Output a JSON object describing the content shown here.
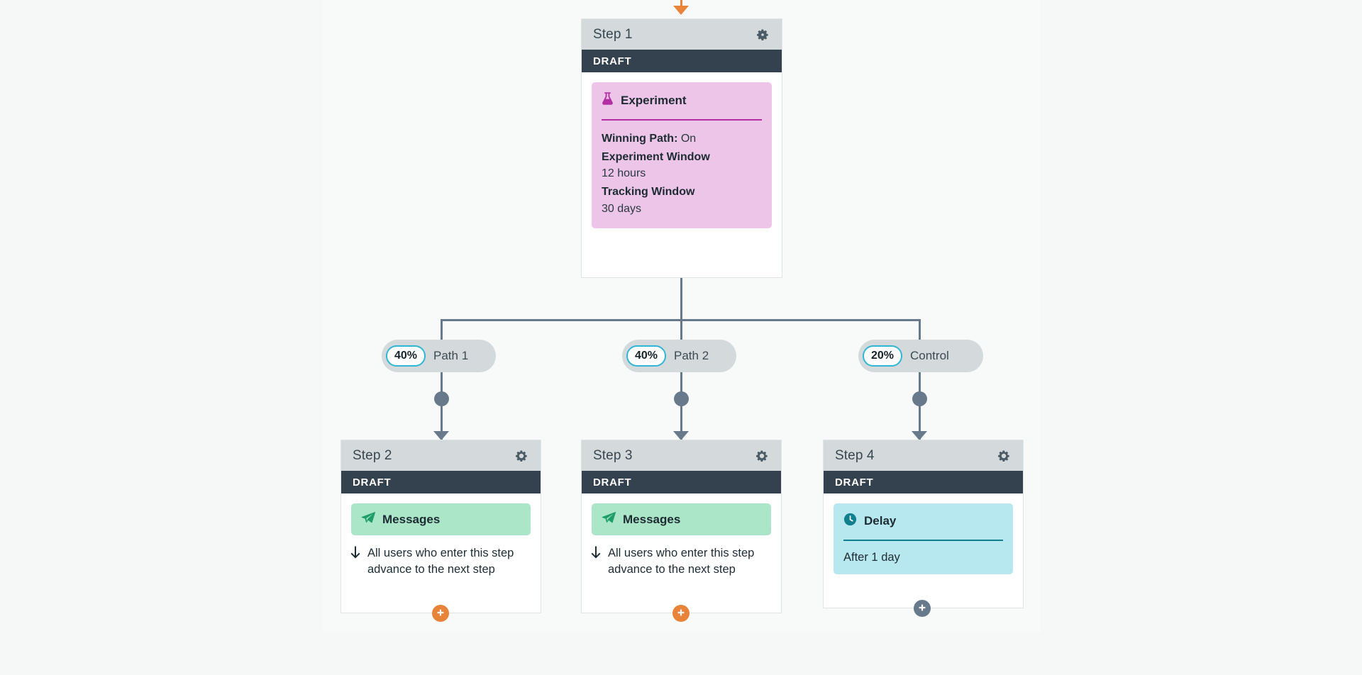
{
  "canvas": {
    "background_color": "#f6f8f8",
    "panel_color": "#f8fafa"
  },
  "colors": {
    "draft_bar": "#33424e",
    "step_header": "#d4d9dc",
    "connector": "#67798a",
    "entry_arrow": "#e8833a",
    "add_button_orange": "#e8833a",
    "add_button_gray": "#67798a",
    "experiment_card": "#edc5e8",
    "experiment_accent": "#b32ea3",
    "messages_card": "#abe6c8",
    "messages_accent": "#1e9e68",
    "delay_card": "#b8e8ef",
    "delay_accent": "#10808f",
    "pill_background": "#d4d9dc",
    "pct_badge_border": "#2fb6d6"
  },
  "steps": [
    {
      "id": "step-1",
      "title": "Step 1",
      "status": "DRAFT",
      "gear_icon": "gear-icon",
      "block": {
        "type": "experiment",
        "icon": "flask-icon",
        "name": "Experiment",
        "fields": [
          {
            "label": "Winning Path:",
            "value": "On",
            "inline": true
          },
          {
            "label": "Experiment Window",
            "value": "12 hours",
            "inline": false
          },
          {
            "label": "Tracking Window",
            "value": "30 days",
            "inline": false
          }
        ]
      },
      "advance_note": null,
      "add_button": null
    },
    {
      "id": "step-2",
      "title": "Step 2",
      "status": "DRAFT",
      "gear_icon": "gear-icon",
      "block": {
        "type": "messages",
        "icon": "paper-plane-icon",
        "name": "Messages"
      },
      "advance_note": {
        "icon": "arrow-down-icon",
        "text": "All users who enter this step advance to the next step"
      },
      "add_button": {
        "icon": "plus-icon",
        "color": "orange"
      }
    },
    {
      "id": "step-3",
      "title": "Step 3",
      "status": "DRAFT",
      "gear_icon": "gear-icon",
      "block": {
        "type": "messages",
        "icon": "paper-plane-icon",
        "name": "Messages"
      },
      "advance_note": {
        "icon": "arrow-down-icon",
        "text": "All users who enter this step advance to the next step"
      },
      "add_button": {
        "icon": "plus-icon",
        "color": "orange"
      }
    },
    {
      "id": "step-4",
      "title": "Step 4",
      "status": "DRAFT",
      "gear_icon": "gear-icon",
      "block": {
        "type": "delay",
        "icon": "clock-icon",
        "name": "Delay",
        "value": "After 1 day"
      },
      "advance_note": null,
      "add_button": {
        "icon": "plus-icon",
        "color": "gray"
      }
    }
  ],
  "paths": [
    {
      "id": "path-1",
      "percent": "40%",
      "name": "Path 1"
    },
    {
      "id": "path-2",
      "percent": "40%",
      "name": "Path 2"
    },
    {
      "id": "control",
      "percent": "20%",
      "name": "Control"
    }
  ]
}
